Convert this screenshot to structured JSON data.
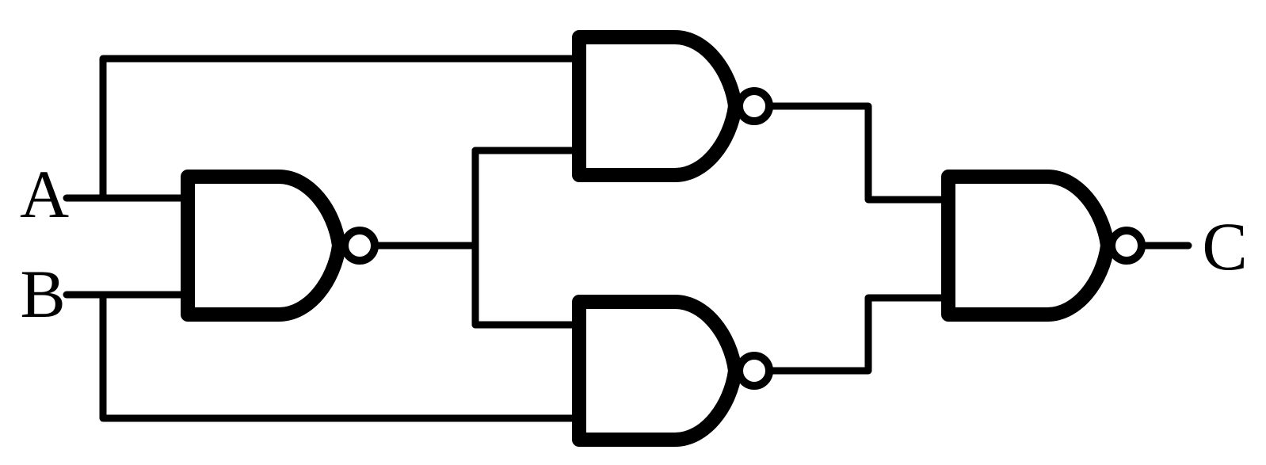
{
  "colors": {
    "line": "#000000",
    "background": "#ffffff"
  },
  "labels": {
    "input_a": "A",
    "input_b": "B",
    "output_c": "C"
  }
}
